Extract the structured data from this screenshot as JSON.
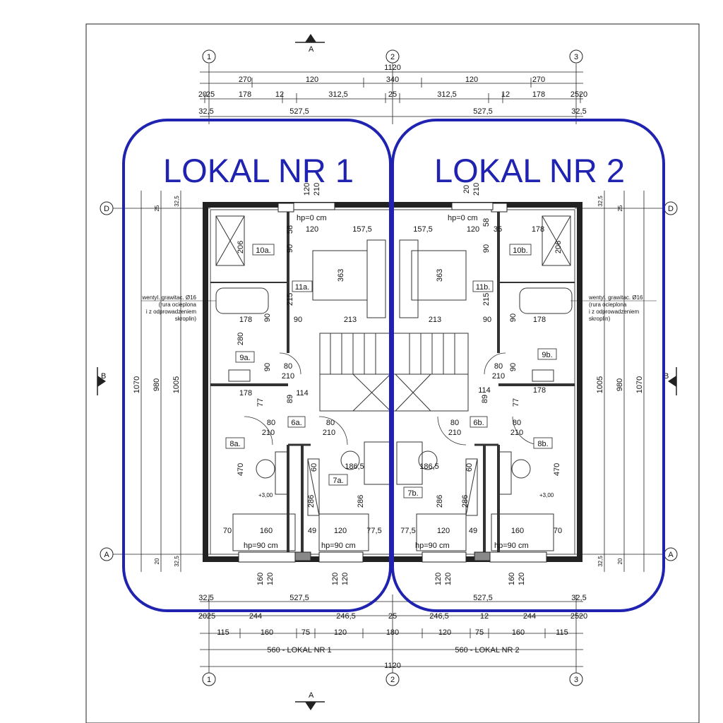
{
  "titles": {
    "unit1": "LOKAL NR 1",
    "unit2": "LOKAL NR 2"
  },
  "colors": {
    "outline": "#1f23b0",
    "ink": "#111111",
    "wall": "#555555"
  },
  "axes": {
    "a1": "1",
    "a2": "2",
    "a3": "3",
    "rowD": "D",
    "rowA": "A",
    "sectionA": "A",
    "sectionB": "B"
  },
  "dims_top": {
    "total": "1120",
    "row1": [
      "270",
      "120",
      "340",
      "120",
      "270"
    ],
    "row2": [
      "20",
      "25",
      "178",
      "12",
      "312,5",
      "25",
      "312,5",
      "12",
      "178",
      "25",
      "20"
    ],
    "row3": [
      "32,5",
      "527,5",
      "527,5",
      "32,5"
    ]
  },
  "dims_bottom": {
    "row1": [
      "32,5",
      "527,5",
      "527,5",
      "32,5"
    ],
    "row2": [
      "20",
      "25",
      "244",
      "246,5",
      "25",
      "246,5",
      "12",
      "244",
      "25",
      "20"
    ],
    "row3": [
      "115",
      "160",
      "75",
      "120",
      "180",
      "120",
      "75",
      "160",
      "115"
    ],
    "lokal1": "560 - LOKAL NR 1",
    "lokal2": "560 - LOKAL NR 2",
    "total": "1120"
  },
  "dims_side": {
    "h1070": "1070",
    "h980": "980",
    "h1005": "1005",
    "s25": "25",
    "s20": "20",
    "s325": "32,5"
  },
  "rooms": [
    "10a.",
    "11a.",
    "9a.",
    "6a.",
    "8a.",
    "7a.",
    "10b.",
    "11b.",
    "9b.",
    "6b.",
    "8b.",
    "7b."
  ],
  "floor_levels": {
    "top": "hp=0 cm",
    "bottom": "hp=90 cm"
  },
  "vent_note": {
    "line1": "wentyl. grawitac. Ø16",
    "line2": "(rura ocieplona",
    "line3": "i z odprowadzeniem",
    "line4": "skroplin)"
  },
  "inner_dims": {
    "d157": "157,5",
    "d120": "120",
    "d35": "35",
    "d58": "58",
    "d206": "206",
    "d90": "90",
    "d363": "363",
    "d215": "215",
    "d178": "178",
    "d213": "213",
    "d280": "280",
    "d114": "114",
    "d80": "80",
    "d210": "210",
    "d89": "89",
    "d77": "77",
    "d470": "470",
    "d60": "60",
    "d186": "186,5",
    "d286": "286",
    "d70": "70",
    "d160": "160",
    "d49": "49",
    "d775": "77,5",
    "d300": "+3,00",
    "d20": "20",
    "d210b": "210"
  }
}
